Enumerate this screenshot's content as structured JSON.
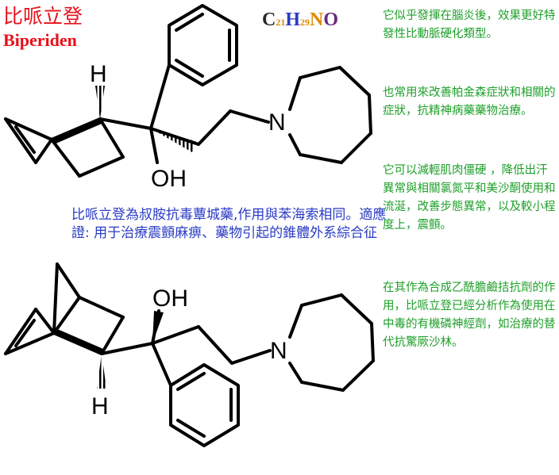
{
  "title": {
    "zh": "比哌立登",
    "en": "Biperiden"
  },
  "formula": [
    {
      "symbol": "C",
      "count": "21",
      "color": "#2a2a2a",
      "count_color": "#e08a00"
    },
    {
      "symbol": "H",
      "count": "29",
      "color": "#2a3bc4",
      "count_color": "#e08a00"
    },
    {
      "symbol": "N",
      "count": "",
      "color": "#e08a00",
      "count_color": "#e08a00"
    },
    {
      "symbol": "O",
      "count": "",
      "color": "#6b2a7a",
      "count_color": "#e08a00"
    }
  ],
  "atoms": {
    "top_h": "H",
    "top_oh": "OH",
    "top_n": "N",
    "bottom_oh": "OH",
    "bottom_n": "N",
    "bottom_h": "H"
  },
  "description": "比哌立登為叔胺抗毒蕈城藥,作用與苯海索相同。適應證: 用于治療震顫麻痹、藥物引起的錐體外系綜合征",
  "notes": [
    "它似乎發揮在腦炎後，效果更好特發性比動脈硬化類型。",
    "也常用來改善帕金森症狀和相關的症狀，抗精神病藥藥物治療。",
    "它可以減輕肌肉僵硬 ，降低出汗異常與相關氯氮平和美沙酮使用和流涎，改善步態異常，以及較小程度上，震顫。",
    "在其作為合成乙酰膽鹼拮抗劑的作用，比哌立登已經分析作為使用在中毒的有機磷神經劑，如治療的替代抗驚厥沙林。"
  ],
  "colors": {
    "title": "#e8101a",
    "description": "#2a3bc4",
    "notes": "#1ea02a"
  }
}
